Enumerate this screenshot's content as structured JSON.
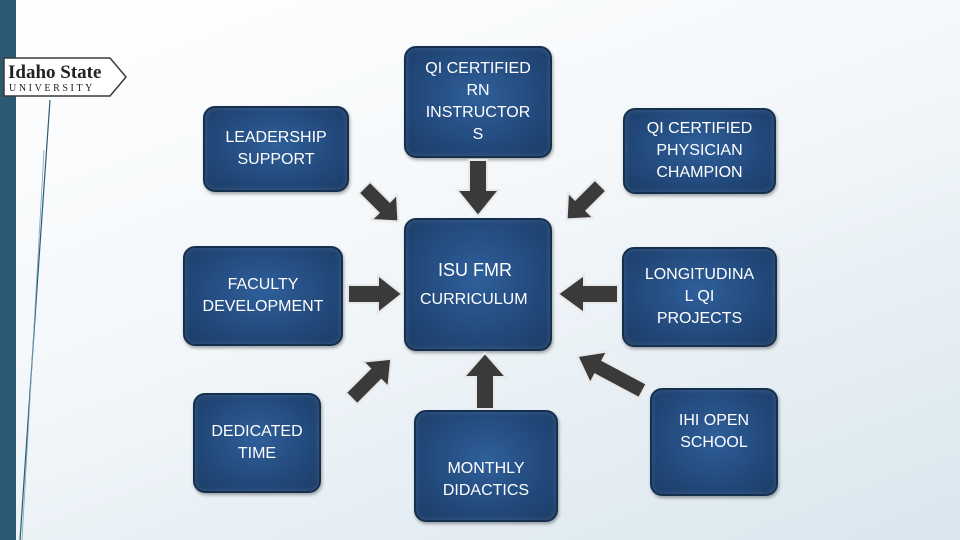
{
  "logo": {
    "line1": "Idaho State",
    "line2": "UNIVERSITY"
  },
  "colors": {
    "box_fill": "#22497b",
    "box_border": "#15304f",
    "arrow": "#3a3a3a",
    "left_bar": "#2c5a74"
  },
  "boxes": {
    "leadership": "LEADERSHIP\nSUPPORT",
    "qi_rn": "QI CERTIFIED\nRN\nINSTRUCTOR\nS",
    "qi_physician": "QI CERTIFIED\nPHYSICIAN\nCHAMPION",
    "faculty": "FACULTY\nDEVELOPMENT",
    "center_title": "ISU FMR",
    "center_sub": "CURRICULUM",
    "longitudinal": "LONGITUDINA\nL QI\nPROJECTS",
    "dedicated": "DEDICATED\nTIME",
    "monthly": "MONTHLY\nDIDACTICS",
    "ihi": "IHI OPEN\nSCHOOL"
  },
  "edges": [
    {
      "from": "leadership",
      "to": "center"
    },
    {
      "from": "qi_rn",
      "to": "center"
    },
    {
      "from": "qi_physician",
      "to": "center"
    },
    {
      "from": "faculty",
      "to": "center"
    },
    {
      "from": "longitudinal",
      "to": "center"
    },
    {
      "from": "dedicated",
      "to": "center"
    },
    {
      "from": "monthly",
      "to": "center"
    },
    {
      "from": "ihi",
      "to": "center"
    }
  ]
}
